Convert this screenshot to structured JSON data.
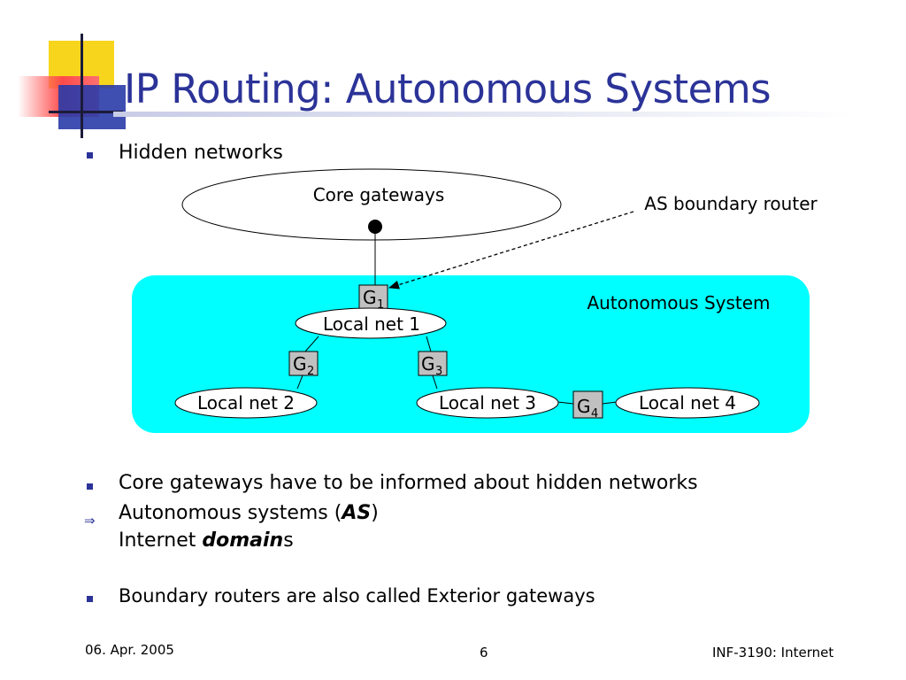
{
  "title": "IP Routing: Autonomous Systems",
  "bullets": {
    "hidden_networks": "Hidden networks",
    "core_informed": "Core gateways have to be informed about hidden networks",
    "as_line_prefix": "Autonomous systems (",
    "as_line_emph": "AS",
    "as_line_suffix": ")",
    "domain_prefix": "Internet ",
    "domain_emph": "domain",
    "domain_suffix": "s",
    "boundary": "Boundary routers are also called Exterior gateways"
  },
  "diagram": {
    "core_label": "Core gateways",
    "boundary_label": "AS boundary router",
    "as_label": "Autonomous System",
    "gateway_letter": "G",
    "gateways": [
      "1",
      "2",
      "3",
      "4"
    ],
    "local_nets": [
      "Local net 1",
      "Local net 2",
      "Local net 3",
      "Local net 4"
    ]
  },
  "footer": {
    "date": "06. Apr. 2005",
    "page": "6",
    "course": "INF-3190: Internet"
  },
  "colors": {
    "title": "#2b3398",
    "as_region": "#00ffff",
    "gateway_box": "#c0c0c0"
  }
}
